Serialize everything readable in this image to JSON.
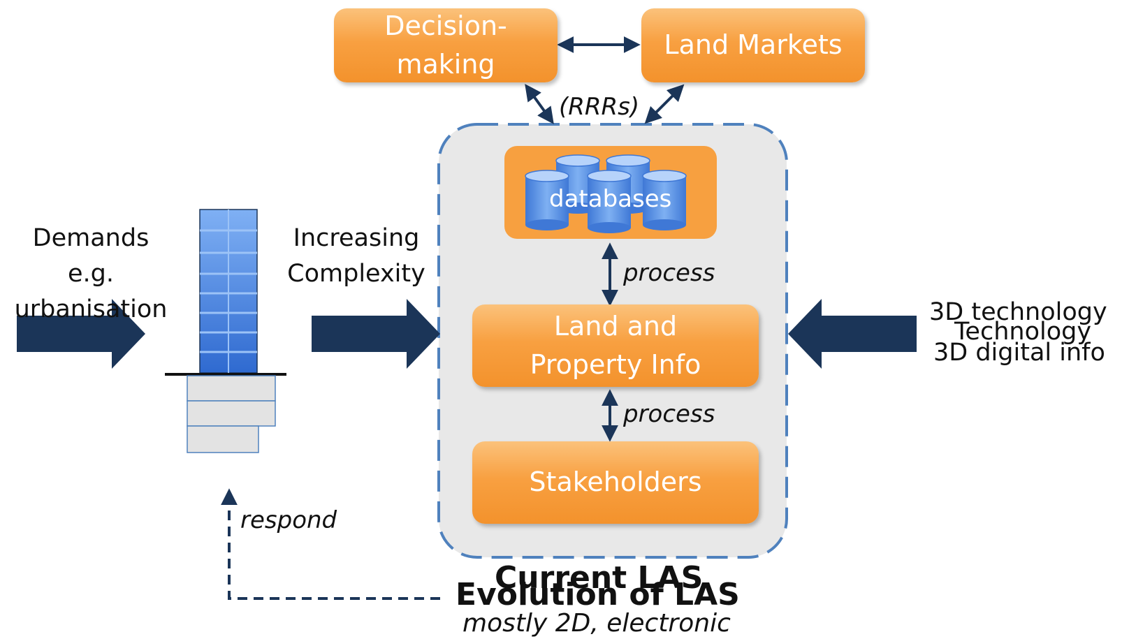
{
  "boxes": {
    "decision_making": "Decision-\nmaking",
    "land_markets": "Land Markets",
    "land_property_info": "Land and\nProperty Info",
    "stakeholders": "Stakeholders"
  },
  "databases_label": "databases",
  "rrrs_label": "(RRRs)",
  "process_label_1": "process",
  "process_label_2": "process",
  "demands_label": "Demands e.g.\nurbanisation",
  "complexity_label": "Increasing\nComplexity",
  "tech_labels": {
    "line1": "3D technology",
    "line2": "Technology",
    "line3": "3D digital info"
  },
  "respond_label": "respond",
  "current_las_label": "Current LAS",
  "evolution_label": "Evolution of LAS",
  "mostly_2d_label": "mostly 2D, electronic",
  "colors": {
    "orange": "#f7a040",
    "navy": "#1b3558",
    "dashed_border": "#4f81bd",
    "container_fill": "#e8e8e8",
    "building_blue": "#4f8fe0"
  }
}
